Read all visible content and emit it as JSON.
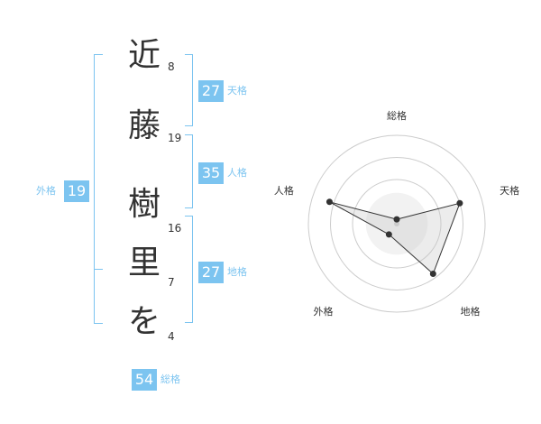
{
  "name_chars": [
    {
      "char": "近",
      "strokes": "8"
    },
    {
      "char": "藤",
      "strokes": "19"
    },
    {
      "char": "樹",
      "strokes": "16"
    },
    {
      "char": "里",
      "strokes": "7"
    },
    {
      "char": "を",
      "strokes": "4"
    }
  ],
  "fortunes": {
    "tenkaku": {
      "value": "27",
      "label": "天格"
    },
    "jinkaku": {
      "value": "35",
      "label": "人格"
    },
    "chikaku": {
      "value": "27",
      "label": "地格"
    },
    "gaikaku": {
      "value": "19",
      "label": "外格"
    },
    "soukaku": {
      "value": "54",
      "label": "総格"
    }
  },
  "colors": {
    "accent": "#7cc4f0",
    "text": "#333333",
    "grid": "#cccccc"
  },
  "chart_data": {
    "type": "radar",
    "axes": [
      "総格",
      "天格",
      "地格",
      "外格",
      "人格"
    ],
    "values": [
      0.05,
      0.75,
      0.7,
      0.15,
      0.8
    ],
    "range": [
      0,
      1
    ],
    "rings": 4
  }
}
